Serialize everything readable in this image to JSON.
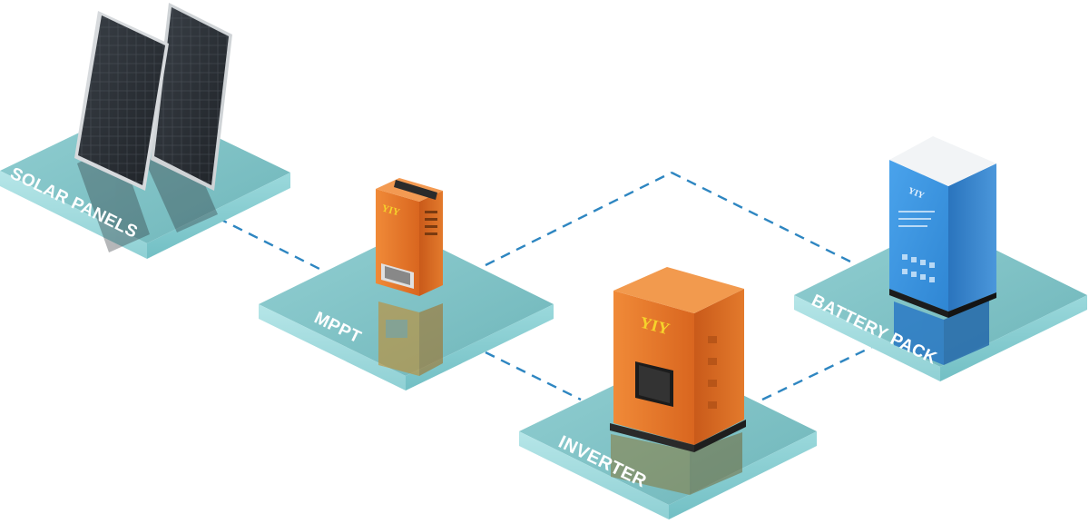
{
  "nodes": {
    "solar": {
      "label": "SOLAR PANELS"
    },
    "mppt": {
      "label": "MPPT",
      "brand": "YIY"
    },
    "inverter": {
      "label": "INVERTER",
      "brand": "YIY"
    },
    "battery": {
      "label": "BATTERY PACK",
      "brand": "YIY"
    }
  },
  "colors": {
    "platform_top": "#7fc4c8",
    "platform_side": "#a4dde0",
    "connector": "#2e86c1",
    "device_orange": "#e8772e",
    "battery_blue": "#3a8fd8",
    "panel_dark": "#2b3036"
  },
  "connections": [
    {
      "from": "solar",
      "to": "mppt"
    },
    {
      "from": "mppt",
      "to": "battery"
    },
    {
      "from": "mppt",
      "to": "inverter"
    },
    {
      "from": "inverter",
      "to": "battery"
    }
  ]
}
